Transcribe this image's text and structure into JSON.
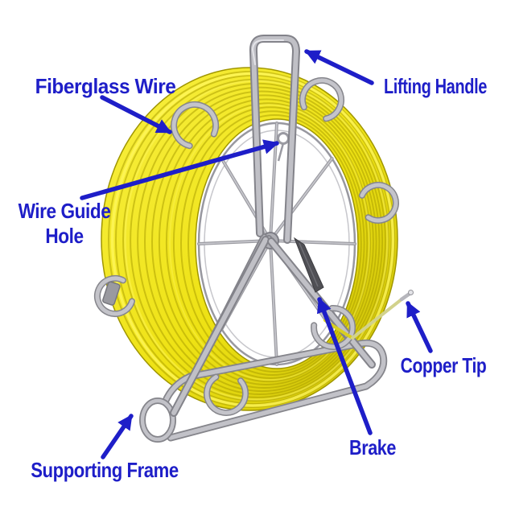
{
  "diagram": {
    "labels": {
      "fiberglass_wire": "Fiberglass Wire",
      "lifting_handle": "Lifting Handle",
      "wire_guide_line1": "Wire Guide",
      "wire_guide_line2": "Hole",
      "copper_tip": "Copper Tip",
      "brake": "Brake",
      "supporting_frame": "Supporting Frame"
    },
    "colors": {
      "label_text": "#1e1ec8",
      "arrow": "#1e1ec8",
      "fiberglass_yellow": "#f0e41c",
      "fiberglass_shadow": "#c9bd06",
      "frame_metal": "#c0c0c6",
      "frame_metal_dark": "#83838a",
      "brake_dark": "#505055",
      "copper_tip_rod": "#d2d28c",
      "background": "#ffffff"
    }
  }
}
